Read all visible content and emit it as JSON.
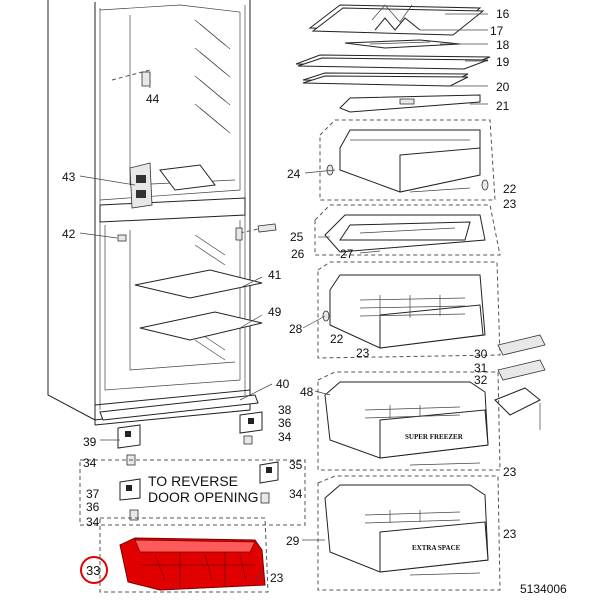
{
  "callouts": [
    "16",
    "17",
    "18",
    "19",
    "20",
    "21",
    "24",
    "22",
    "23",
    "25",
    "26",
    "27",
    "28",
    "22",
    "23",
    "30",
    "31",
    "32",
    "48",
    "23",
    "29",
    "23",
    "44",
    "43",
    "42",
    "41",
    "49",
    "40",
    "38",
    "36",
    "34",
    "39",
    "34",
    "35",
    "37",
    "36",
    "34",
    "34",
    "33",
    "23"
  ],
  "note": [
    "TO REVERSE",
    "DOOR OPENING"
  ],
  "drawer_labels": [
    "SUPER FREEZER",
    "EXTRA SPACE"
  ],
  "diagram_number": "5134006",
  "highlight_color": "#e00000",
  "highlighted_part": "33"
}
